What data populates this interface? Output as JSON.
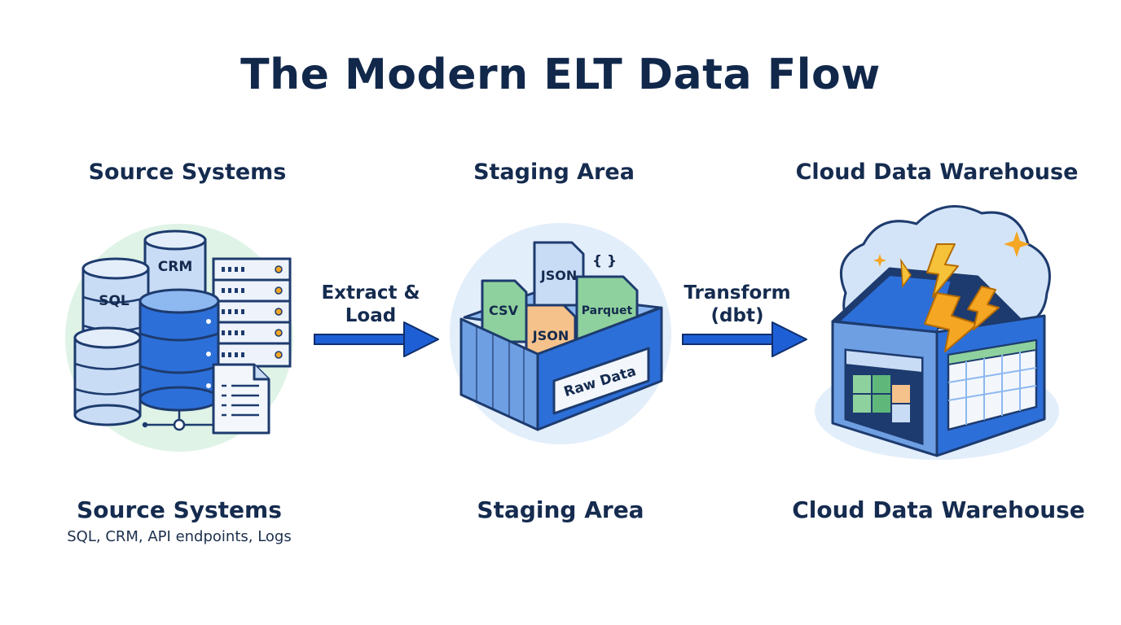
{
  "title": "The Modern ELT Data Flow",
  "columns": [
    {
      "heading": "Source Systems",
      "footer": "Source Systems",
      "subtitle": "SQL, CRM, API endpoints, Logs",
      "icon": "database-servers-icon",
      "labels": {
        "sql": "SQL",
        "crm": "CRM"
      }
    },
    {
      "heading": "Staging Area",
      "footer": "Staging Area",
      "icon": "staging-bin-icon",
      "labels": {
        "csv": "CSV",
        "json_top": "JSON",
        "json_front": "JSON",
        "parquet": "Parquet",
        "braces": "{ }",
        "raw_data": "Raw Data"
      }
    },
    {
      "heading": "Cloud Data Warehouse",
      "footer": "Cloud Data Warehouse",
      "icon": "cloud-warehouse-icon"
    }
  ],
  "arrows": [
    {
      "line1": "Extract &",
      "line2": "Load"
    },
    {
      "line1": "Transform",
      "line2": "(dbt)"
    }
  ],
  "colors": {
    "navy": "#11284b",
    "arrow_blue": "#1f5fd6",
    "db_blue": "#2d6fd9",
    "db_light": "#c9dcf5",
    "green_halo": "#dff3e6",
    "blue_halo": "#e3eefb",
    "csv_green": "#8fd19e",
    "json_orange": "#f6c28b",
    "lightning": "#f5a623"
  }
}
